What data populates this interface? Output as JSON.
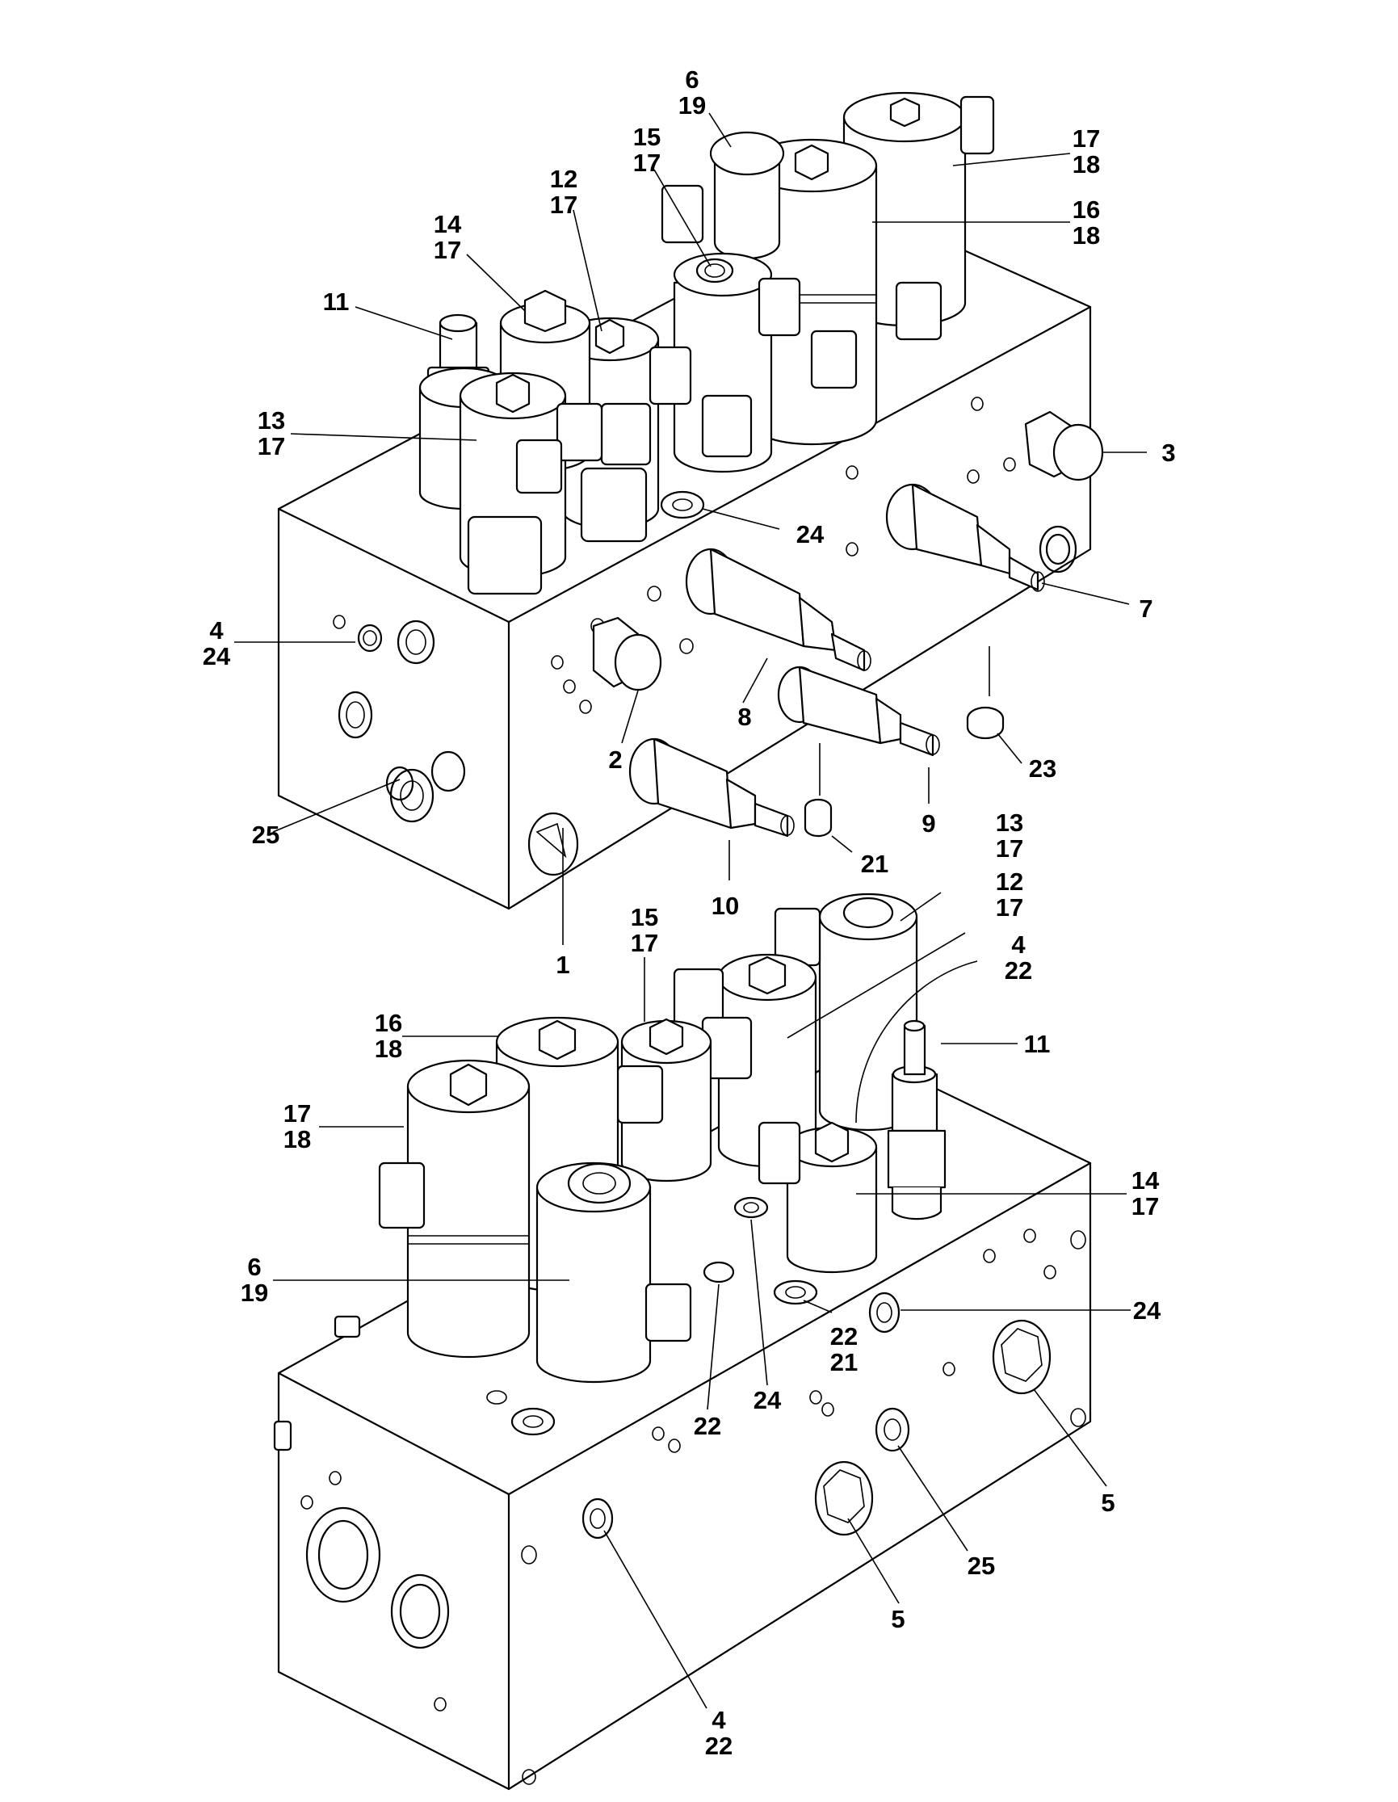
{
  "callouts": {
    "upper": {
      "c6_19": [
        "6",
        "19"
      ],
      "c15_17": [
        "15",
        "17"
      ],
      "c12_17": [
        "12",
        "17"
      ],
      "c14_17": [
        "14",
        "17"
      ],
      "c17_18": [
        "17",
        "18"
      ],
      "c16_18": [
        "16",
        "18"
      ],
      "c11": "11",
      "c13_17": [
        "13",
        "17"
      ],
      "c3": "3",
      "c24": "24",
      "c7": "7",
      "c4_24": [
        "4",
        "24"
      ],
      "c8": "8",
      "c2": "2",
      "c23": "23",
      "c25": "25",
      "c9": "9",
      "c21": "21",
      "c10": "10",
      "c1": "1"
    },
    "lower": {
      "c13_17": [
        "13",
        "17"
      ],
      "c12_17": [
        "12",
        "17"
      ],
      "c15_17": [
        "15",
        "17"
      ],
      "c4_22a": [
        "4",
        "22"
      ],
      "c16_18": [
        "16",
        "18"
      ],
      "c11": "11",
      "c17_18": [
        "17",
        "18"
      ],
      "c14_17": [
        "14",
        "17"
      ],
      "c6_19": [
        "6",
        "19"
      ],
      "c24a": "24",
      "c22_21": [
        "22",
        "21"
      ],
      "c24b": "24",
      "c22": "22",
      "c5a": "5",
      "c25": "25",
      "c5b": "5",
      "c4_22b": [
        "4",
        "22"
      ]
    }
  }
}
